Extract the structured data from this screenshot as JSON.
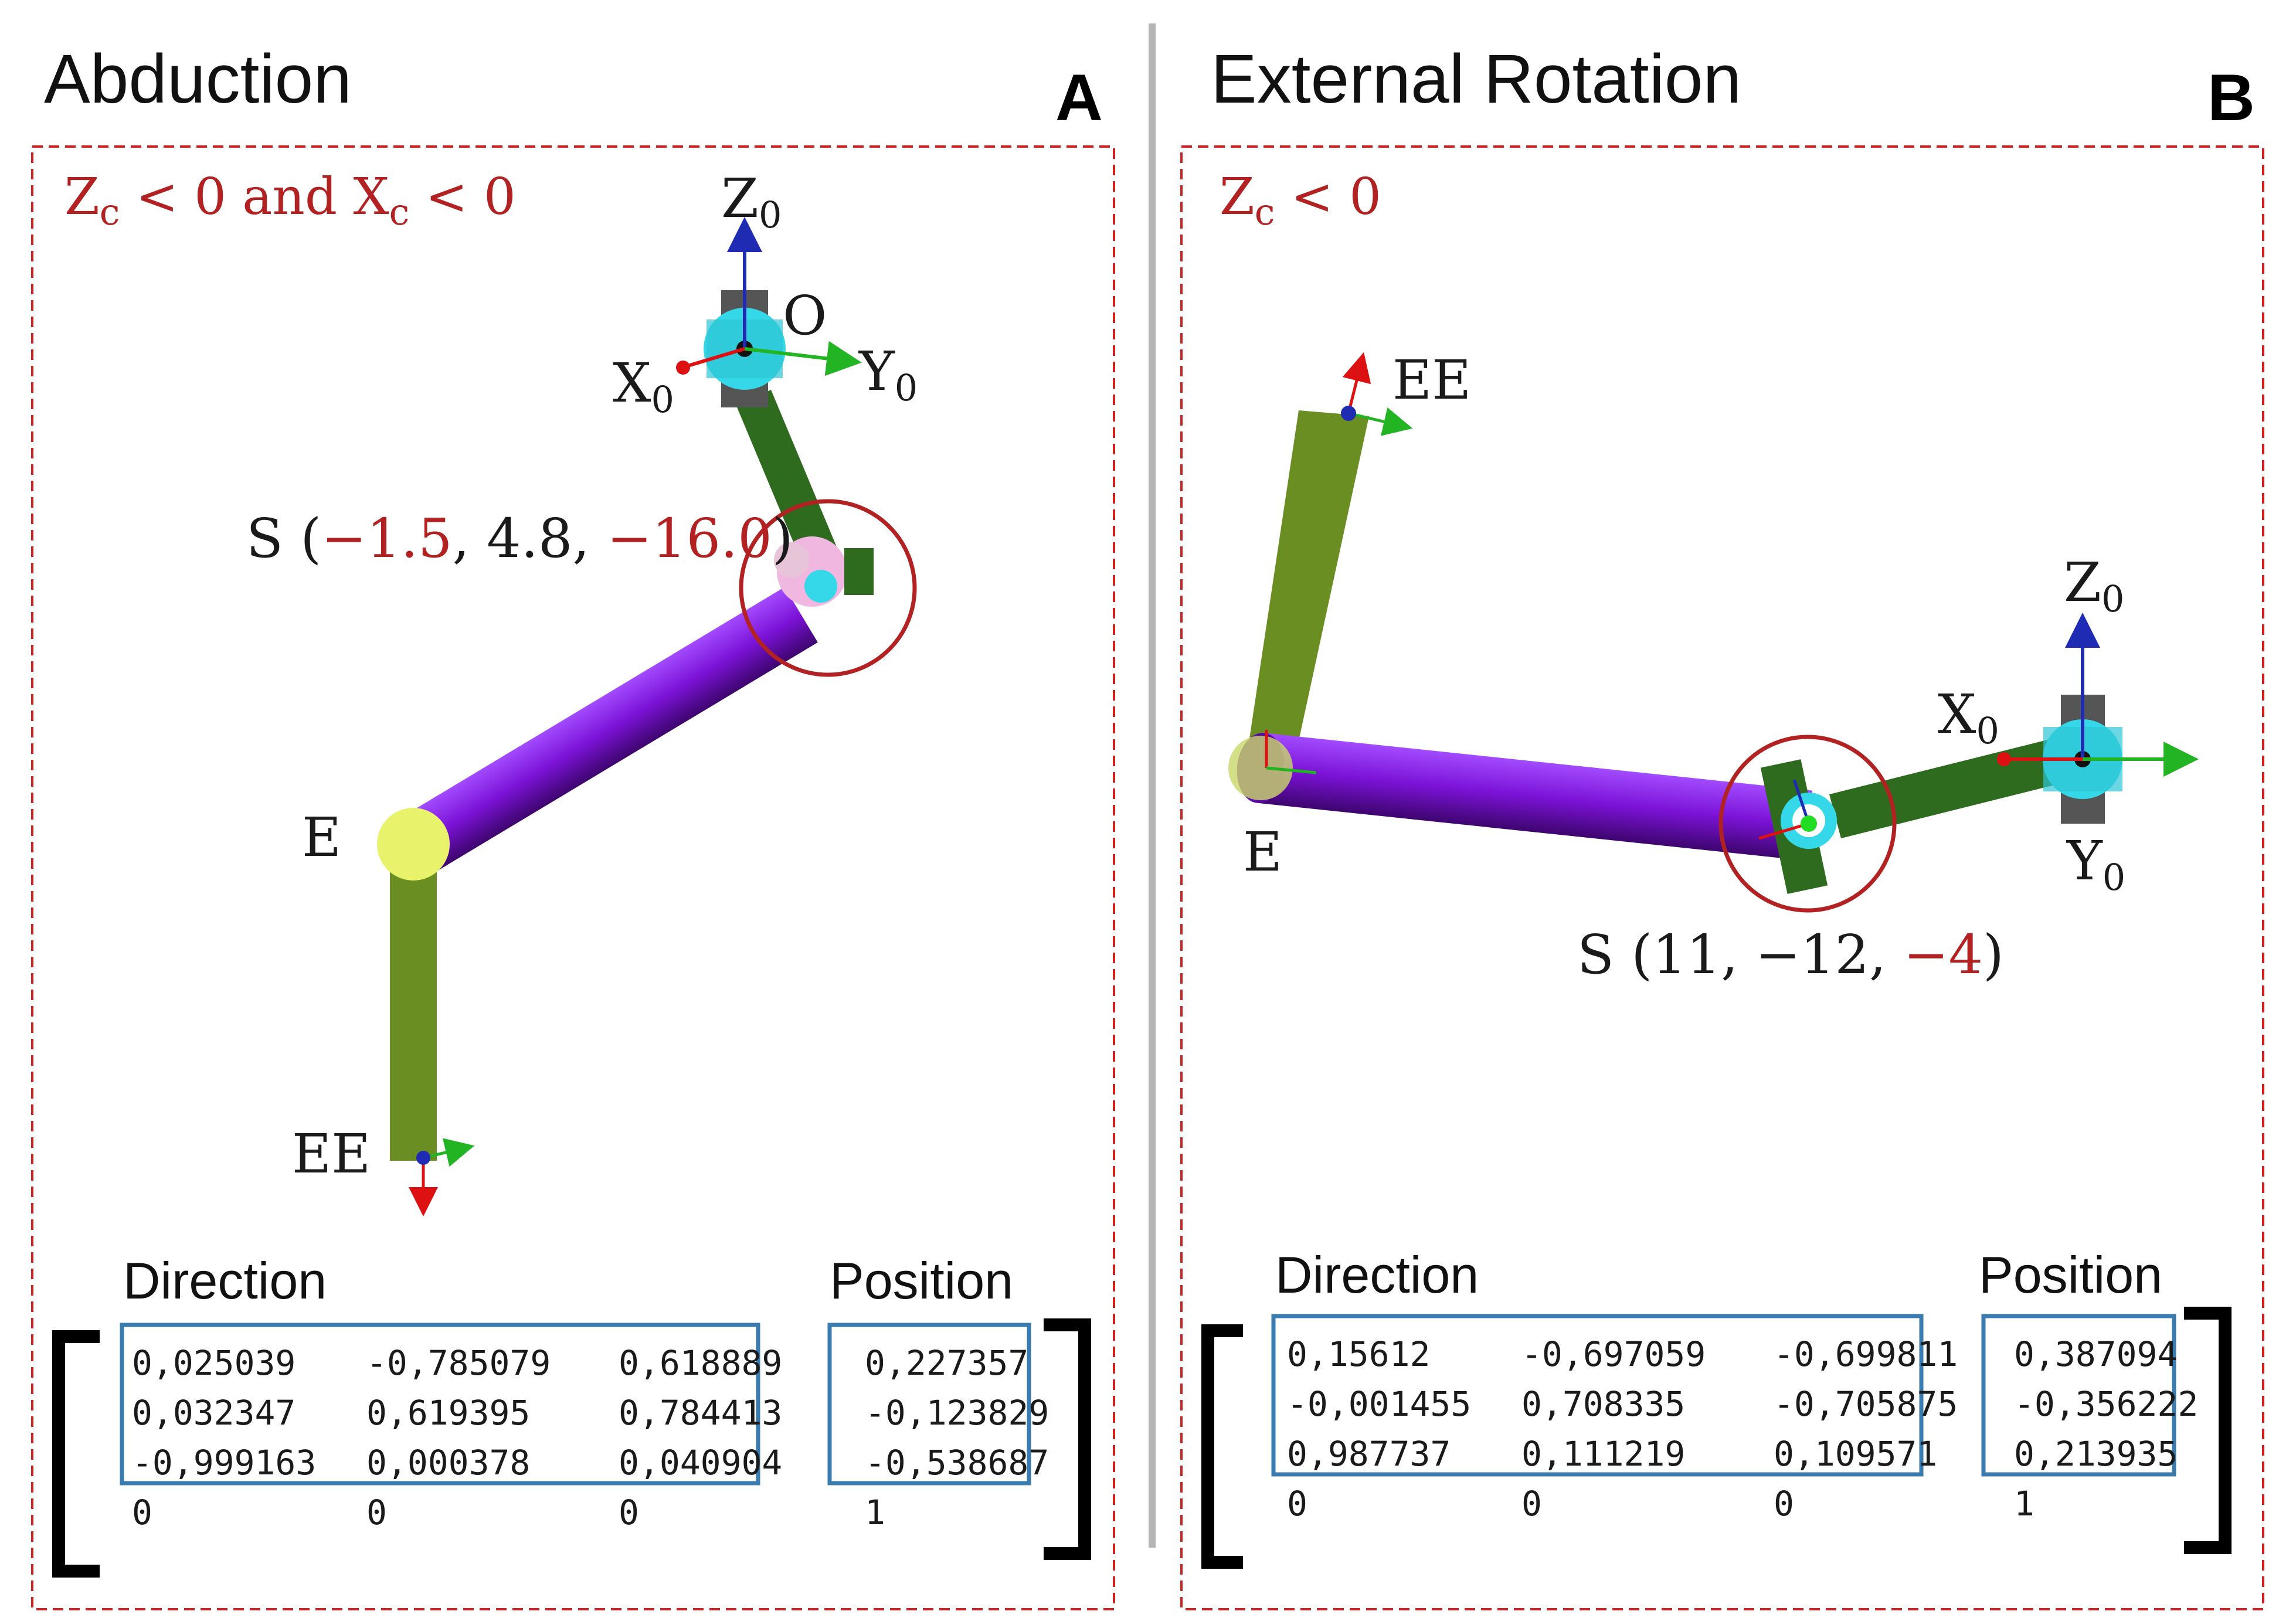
{
  "panelA": {
    "title": "Abduction",
    "letter": "A",
    "condition": {
      "z": "Z",
      "zsub": "c",
      "mid": " < 0 and ",
      "x": "X",
      "xsub": "c",
      "end": " < 0"
    },
    "labels": {
      "z0": "Z",
      "z0sub": "0",
      "x0": "X",
      "x0sub": "0",
      "y0": "Y",
      "y0sub": "0",
      "origin": "O",
      "elbow": "E",
      "ee": "EE"
    },
    "shoulder": {
      "prefix": "S (",
      "a": "−1.5",
      "sep1": ", 4.8, ",
      "b": "−16.0",
      "suffix": ")"
    },
    "direction_header": "Direction",
    "position_header": "Position",
    "direction": [
      [
        "0,025039",
        "-0,785079",
        "0,618889"
      ],
      [
        "0,032347",
        "0,619395",
        "0,784413"
      ],
      [
        "-0,999163",
        "0,000378",
        "0,040904"
      ]
    ],
    "position": [
      "0,227357",
      "-0,123829",
      "-0,538687"
    ],
    "bottom_row": [
      "0",
      "0",
      "0",
      "1"
    ]
  },
  "panelB": {
    "title": "External Rotation",
    "letter": "B",
    "condition": {
      "z": "Z",
      "zsub": "c",
      "end": " < 0"
    },
    "labels": {
      "z0": "Z",
      "z0sub": "0",
      "x0": "X",
      "x0sub": "0",
      "y0": "Y",
      "y0sub": "0",
      "elbow": "E",
      "ee": "EE"
    },
    "shoulder": {
      "prefix": "S (11, −12, ",
      "a": "−4",
      "suffix": ")"
    },
    "direction_header": "Direction",
    "position_header": "Position",
    "direction": [
      [
        "0,15612",
        "-0,697059",
        "-0,699811"
      ],
      [
        "-0,001455",
        "0,708335",
        "-0,705875"
      ],
      [
        "0,987737",
        "0,111219",
        "0,109571"
      ]
    ],
    "position": [
      "0,387094",
      "-0,356222",
      "0,213935"
    ],
    "bottom_row": [
      "0",
      "0",
      "0",
      "1"
    ]
  },
  "colors": {
    "upper_arm": "#7b12d6",
    "forearm": "#6b8e23",
    "link": "#2e6b1e",
    "joint": "#34d8e8",
    "highlight": "#b22222",
    "matrix_box": "#3a7bb0",
    "frame": "#cc2222"
  }
}
